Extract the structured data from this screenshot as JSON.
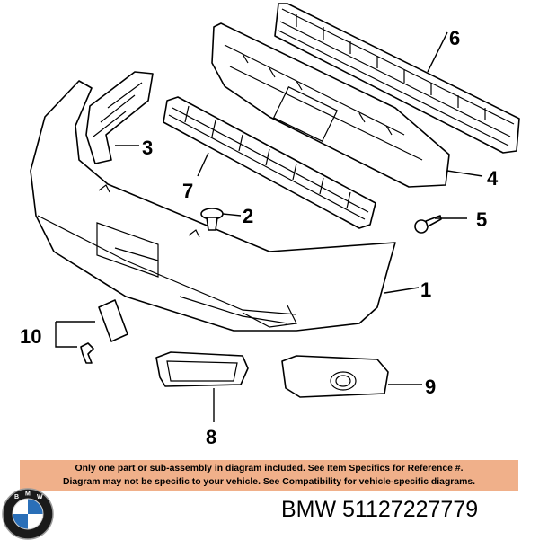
{
  "callouts": {
    "c1": "1",
    "c2": "2",
    "c3": "3",
    "c4": "4",
    "c5": "5",
    "c6": "6",
    "c7": "7",
    "c8": "8",
    "c9": "9",
    "c10": "10"
  },
  "disclaimer": {
    "line1": "Only one part or sub-assembly in diagram included. See Item Specifics for Reference #.",
    "line2": "Diagram may not be specific to your vehicle. See Compatibility for vehicle-specific diagrams."
  },
  "footer": {
    "part_number": "BMW 51127227779",
    "logo_letters": "BMW"
  },
  "colors": {
    "disclaimer_bg": "#f0b08a",
    "logo_blue": "#2a6fb8",
    "logo_ring": "#1a1a1a"
  }
}
